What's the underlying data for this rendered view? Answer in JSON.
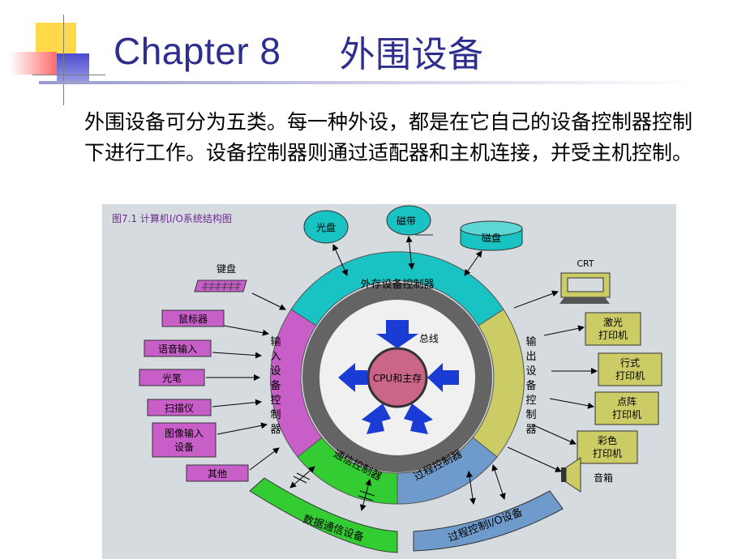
{
  "title": {
    "en": "Chapter 8",
    "cn": "外围设备"
  },
  "intro_text": "外围设备可分为五类。每一种外设，都是在它自己的设备控制器控制下进行工作。设备控制器则通过适配器和主机连接，并受主机控制。",
  "colors": {
    "title": "#2e2e8f",
    "figure_bg": "#d6dbe0",
    "ext_storage_ctrl": "#19c3c3",
    "input_ctrl": "#c85fc8",
    "output_ctrl": "#cccc66",
    "comm_ctrl": "#33cc33",
    "process_ctrl": "#6f9bcc",
    "bus_ring": "#666666",
    "cpu": "#cc6688",
    "arrow": "#1a3cd4"
  },
  "diagram": {
    "caption": "图7.1 计算机I/O系统结构图",
    "center": "CPU和主存",
    "bus": "总线",
    "controllers": {
      "external_storage": "外存设备控制器",
      "input": "输入设备控制器",
      "output": "输出设备控制器",
      "communication": "通信控制器",
      "process": "过程控制器"
    },
    "storage_devices": [
      "光盘",
      "磁带",
      "磁盘"
    ],
    "input_devices": [
      "键盘",
      "鼠标器",
      "语音输入",
      "光笔",
      "扫描仪",
      "图像输入设备",
      "其他"
    ],
    "output_devices": [
      "CRT",
      "激光打印机",
      "行式打印机",
      "点阵打印机",
      "彩色打印机",
      "音箱"
    ],
    "comm_device": "数据通信设备",
    "process_device": "过程控制I/O设备"
  }
}
